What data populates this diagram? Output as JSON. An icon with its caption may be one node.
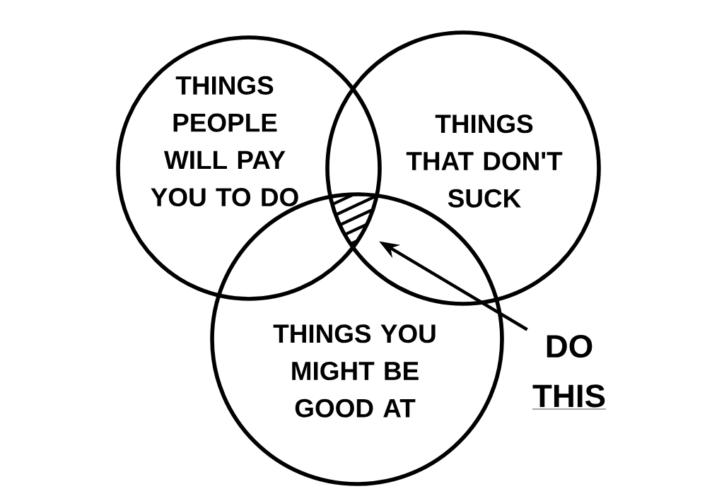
{
  "diagram": {
    "nodes": [
      {
        "text": [
          "THINGS PEOPLE WILL PAY YOU TO DO"
        ]
      },
      {
        "text": [
          "THINGS THAT DON'T SUCK"
        ]
      },
      {
        "text": [
          "THINGS YOU MIGHT BE GOOD AT"
        ]
      },
      {
        "text": [],
        "shape": "region"
      },
      {
        "text": [
          "DO",
          "THIS"
        ]
      }
    ],
    "edges": [
      {
        "from": 4,
        "to": 3,
        "arrow": "to"
      }
    ]
  }
}
